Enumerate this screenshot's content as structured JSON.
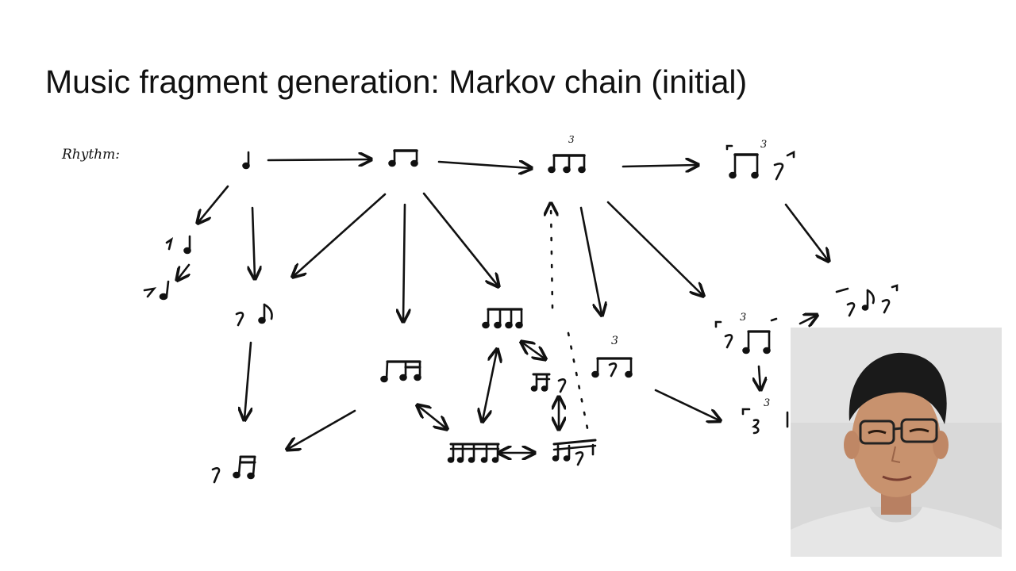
{
  "slide": {
    "title": "Music fragment generation: Markov chain (initial)"
  },
  "diagram": {
    "rhythm_label": "Rhythm:",
    "tuplet_label": "3"
  },
  "colors": {
    "ink": "#111111",
    "background": "#ffffff",
    "webcam_wall": "#d9d9d9",
    "hoodie": "#e6e6e6",
    "skin": "#c8926e",
    "hair": "#1a1a1a"
  }
}
